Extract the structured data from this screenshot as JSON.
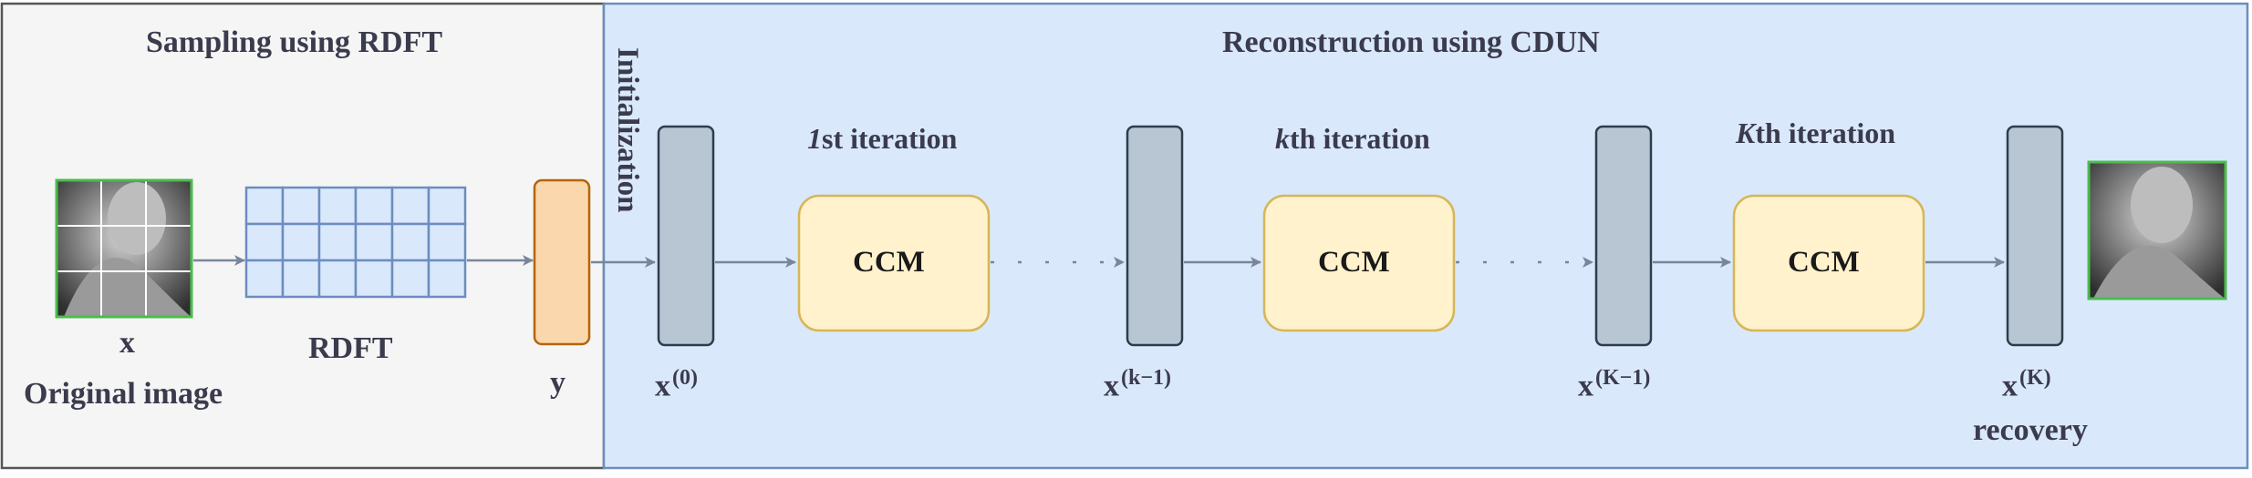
{
  "sampling": {
    "title": "Sampling using RDFT",
    "transform_label": "RDFT"
  },
  "reconstruction": {
    "title": "Reconstruction using CDUN",
    "init_label": "Initialization"
  },
  "input": {
    "var": "x",
    "caption": "Original image"
  },
  "measurement": {
    "var": "y"
  },
  "module": {
    "label": "CCM"
  },
  "iterations": [
    {
      "prefix": "1",
      "suffix": "st iteration"
    },
    {
      "prefix": "k",
      "suffix": "th iteration"
    },
    {
      "prefix": "K",
      "suffix": "th iteration"
    }
  ],
  "states": [
    {
      "base": "x",
      "sup": "(0)"
    },
    {
      "base": "x",
      "sup": "(k−1)"
    },
    {
      "base": "x",
      "sup": "(K−1)"
    },
    {
      "base": "x",
      "sup": "(K)"
    }
  ],
  "output": {
    "caption": "recovery"
  },
  "colors": {
    "sampling_bg": "#f5f5f5",
    "recon_bg": "#dae8fc",
    "recon_border": "#6c8ebf",
    "state_fill": "#b8c6d3",
    "state_border": "#2d3d4d",
    "ccm_fill": "#fff2cc",
    "ccm_border": "#d6b656",
    "y_fill": "#fad7ac",
    "y_border": "#b46504",
    "grid_fill": "#dae8fc",
    "grid_border": "#6c8ebf",
    "image_border": "#4cbb4c",
    "arrow": "#78869a"
  }
}
